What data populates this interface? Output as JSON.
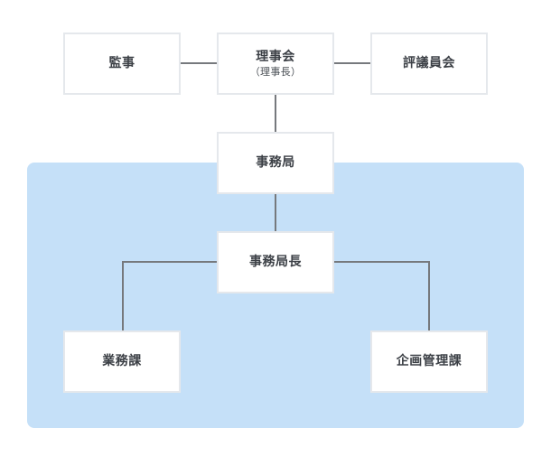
{
  "chart": {
    "nodes": {
      "kansa": {
        "label": "監事"
      },
      "rijikai": {
        "label": "理事会",
        "sublabel": "（理事長）"
      },
      "hyogiinkai": {
        "label": "評議員会"
      },
      "jimukyoku": {
        "label": "事務局"
      },
      "jimukyokucho": {
        "label": "事務局長"
      },
      "gyomuka": {
        "label": "業務課"
      },
      "kikakukanrika": {
        "label": "企画管理課"
      }
    },
    "edges": [
      {
        "from": "rijikai",
        "to": "kansa"
      },
      {
        "from": "rijikai",
        "to": "hyogiinkai"
      },
      {
        "from": "rijikai",
        "to": "jimukyoku"
      },
      {
        "from": "jimukyoku",
        "to": "jimukyokucho"
      },
      {
        "from": "jimukyokucho",
        "to": "gyomuka"
      },
      {
        "from": "jimukyokucho",
        "to": "kikakukanrika"
      }
    ],
    "colors": {
      "region_fill": "#c5e0f8",
      "box_fill": "#ffffff",
      "box_border": "#e5e8ec",
      "connector": "#76797d",
      "text": "#3c4046"
    }
  }
}
